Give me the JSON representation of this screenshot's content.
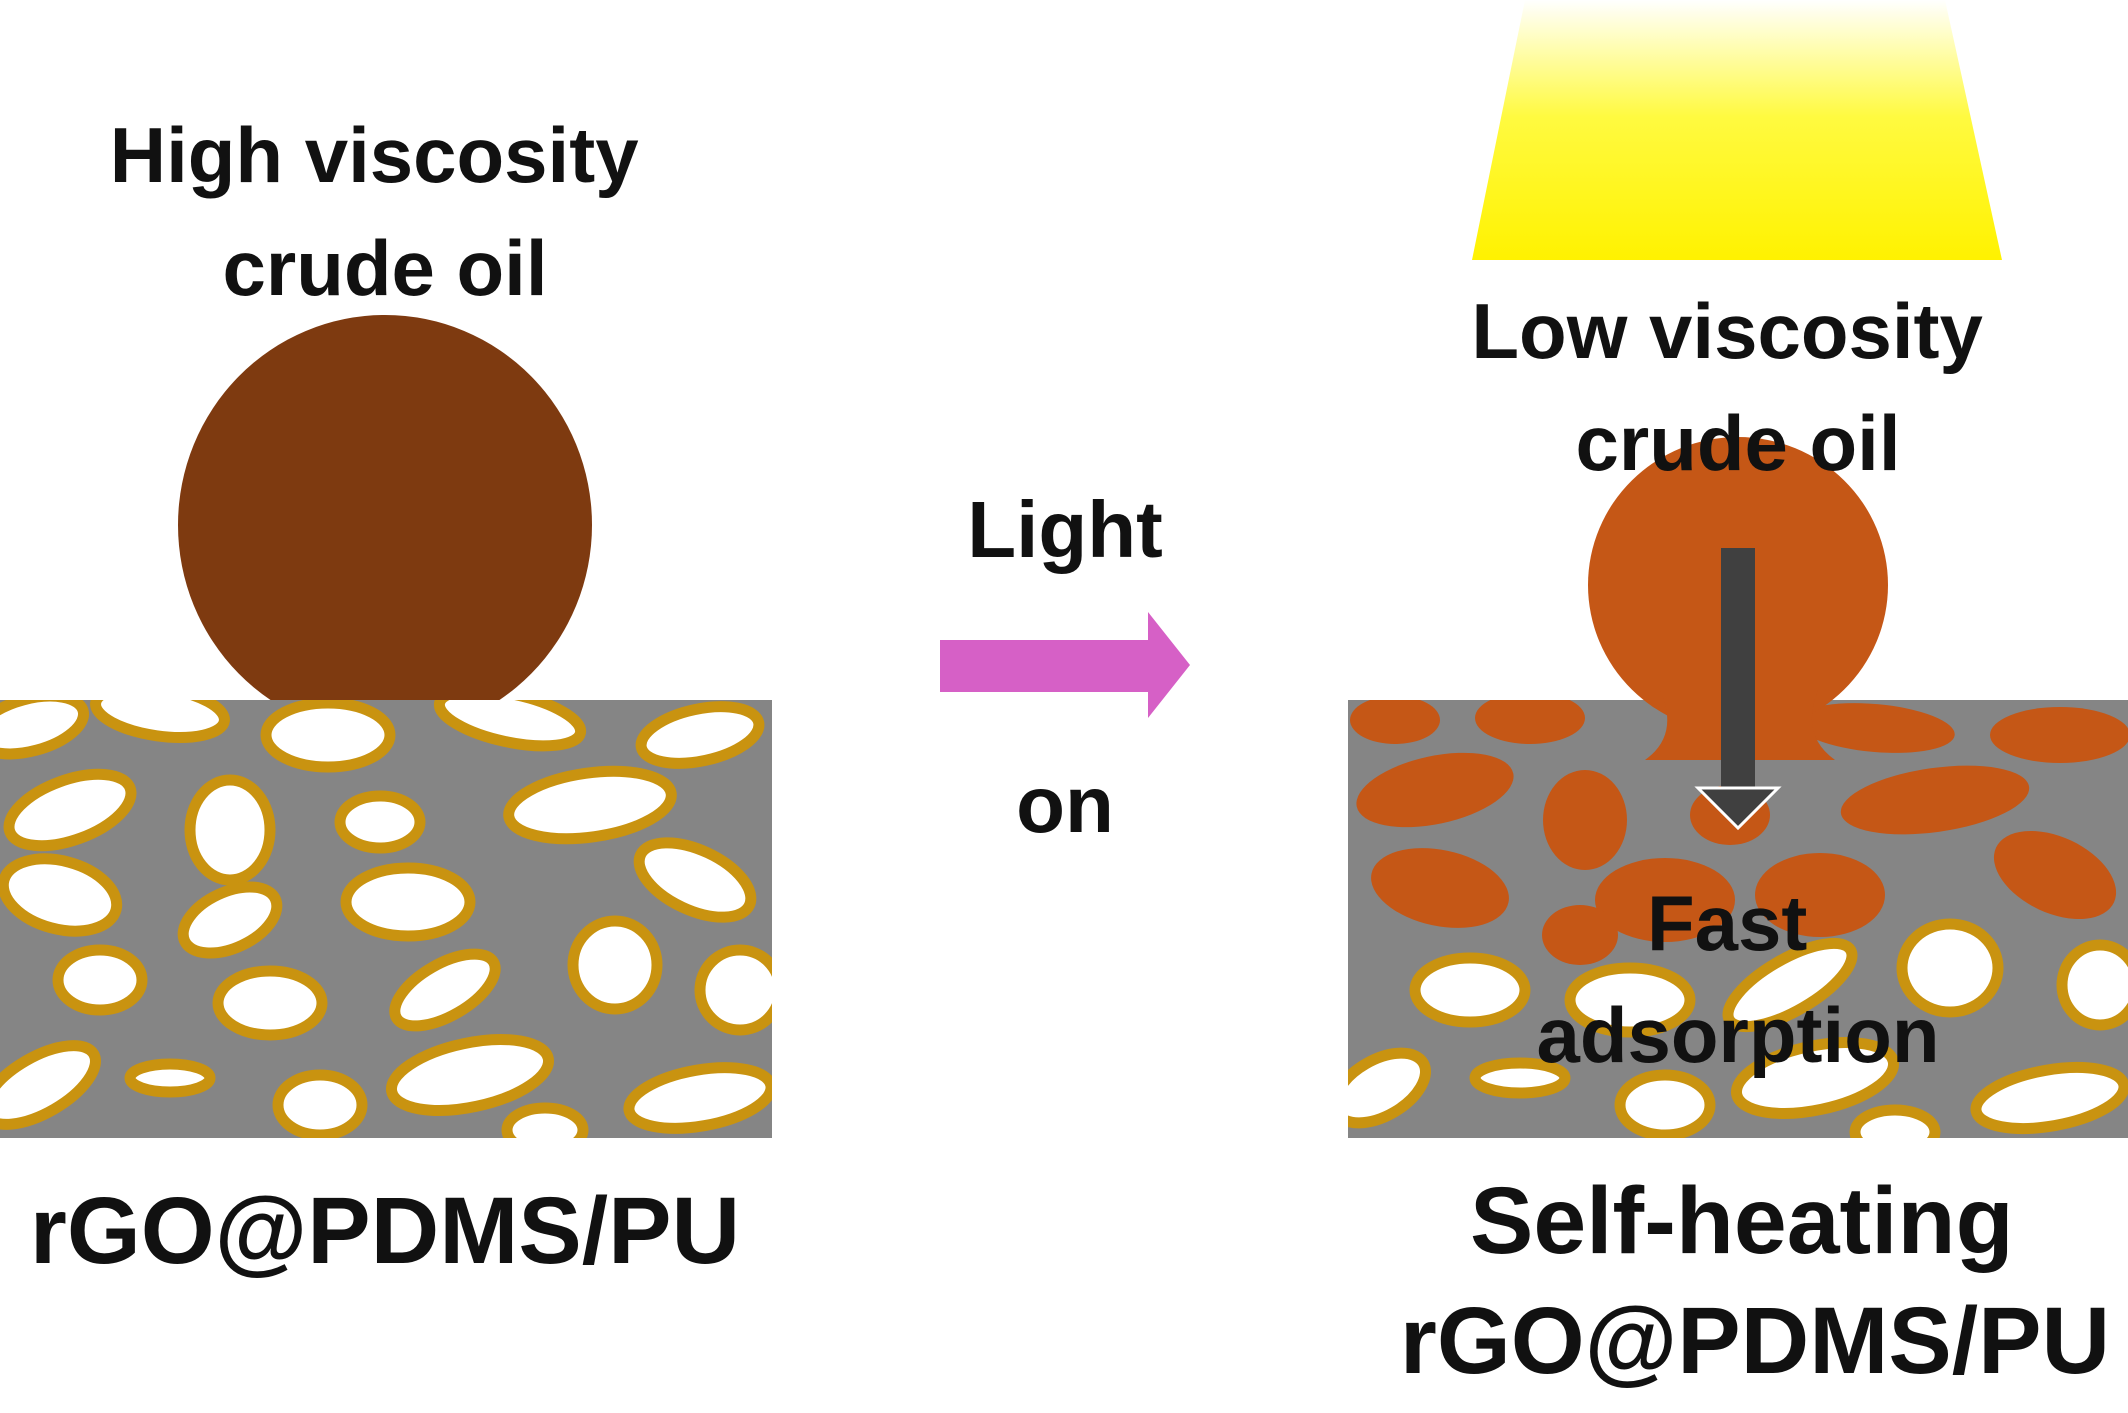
{
  "left": {
    "top_label": [
      "High viscosity",
      "crude oil"
    ],
    "bottom_label": [
      "rGO@PDMS/PU"
    ]
  },
  "middle": {
    "label_top": "Light",
    "label_bottom": "on"
  },
  "right": {
    "top_label": [
      "Low viscosity",
      "crude oil"
    ],
    "inner_label": [
      "Fast",
      "adsorption"
    ],
    "bottom_label": [
      "Self-heating",
      "rGO@PDMS/PU"
    ]
  },
  "colors": {
    "high_viscosity_oil": "#7e3a10",
    "low_viscosity_oil": "#c55716",
    "sponge_matrix": "#858585",
    "pore_rim": "#c99310",
    "light_beam": "#fff200",
    "arrow": "#d660c6",
    "down_arrow": "#404040"
  }
}
